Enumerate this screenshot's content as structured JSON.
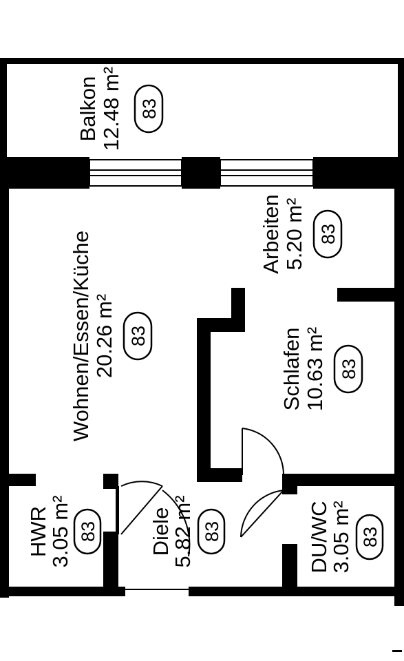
{
  "plan": {
    "rooms": [
      {
        "id": "balkon",
        "name": "Balkon",
        "area": "12.48 m²",
        "code": "83"
      },
      {
        "id": "arbeiten",
        "name": "Arbeiten",
        "area": "5.20 m²",
        "code": "83"
      },
      {
        "id": "wohnen",
        "name": "Wohnen/Essen/Küche",
        "area": "20.26 m²",
        "code": "83"
      },
      {
        "id": "schlafen",
        "name": "Schlafen",
        "area": "10.63 m²",
        "code": "83"
      },
      {
        "id": "hwr",
        "name": "HWR",
        "area": "3.05 m²",
        "code": "83"
      },
      {
        "id": "diele",
        "name": "Diele",
        "area": "5.82 m²",
        "code": "83"
      },
      {
        "id": "duwc",
        "name": "DU/WC",
        "area": "3.05 m²",
        "code": "83"
      }
    ]
  }
}
